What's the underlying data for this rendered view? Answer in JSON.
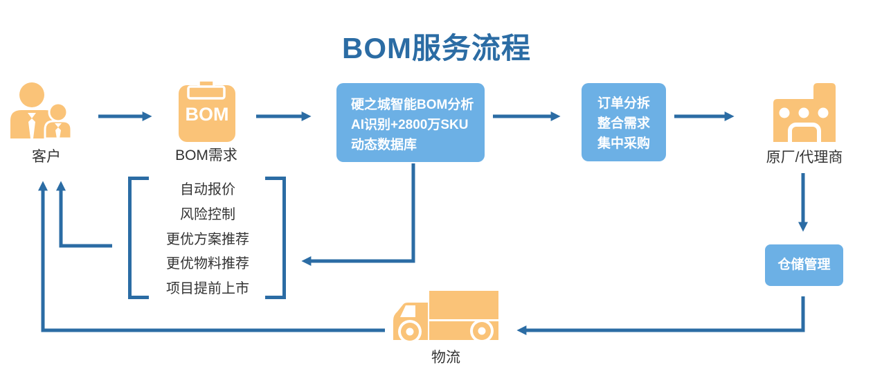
{
  "title": "BOM服务流程",
  "colors": {
    "accent_blue": "#2b6ca4",
    "box_blue": "#6cb0e5",
    "icon_orange": "#fac378",
    "label_dark": "#333333"
  },
  "nodes": {
    "customer": {
      "label": "客户",
      "icon": "people-icon"
    },
    "bom": {
      "label": "BOM需求",
      "icon": "clipboard-icon",
      "icon_text": "BOM"
    },
    "analysis_box": {
      "lines": [
        "硬之城智能BOM分析",
        "AI识别+2800万SKU",
        "动态数据库"
      ]
    },
    "order_box": {
      "lines": [
        "订单分拆",
        "整合需求",
        "集中采购"
      ]
    },
    "factory": {
      "label": "原厂/代理商",
      "icon": "factory-icon"
    },
    "warehouse_box": {
      "label": "仓储管理"
    },
    "logistics": {
      "label": "物流",
      "icon": "truck-icon"
    }
  },
  "benefits": {
    "items": [
      "自动报价",
      "风险控制",
      "更优方案推荐",
      "更优物料推荐",
      "项目提前上市"
    ]
  }
}
